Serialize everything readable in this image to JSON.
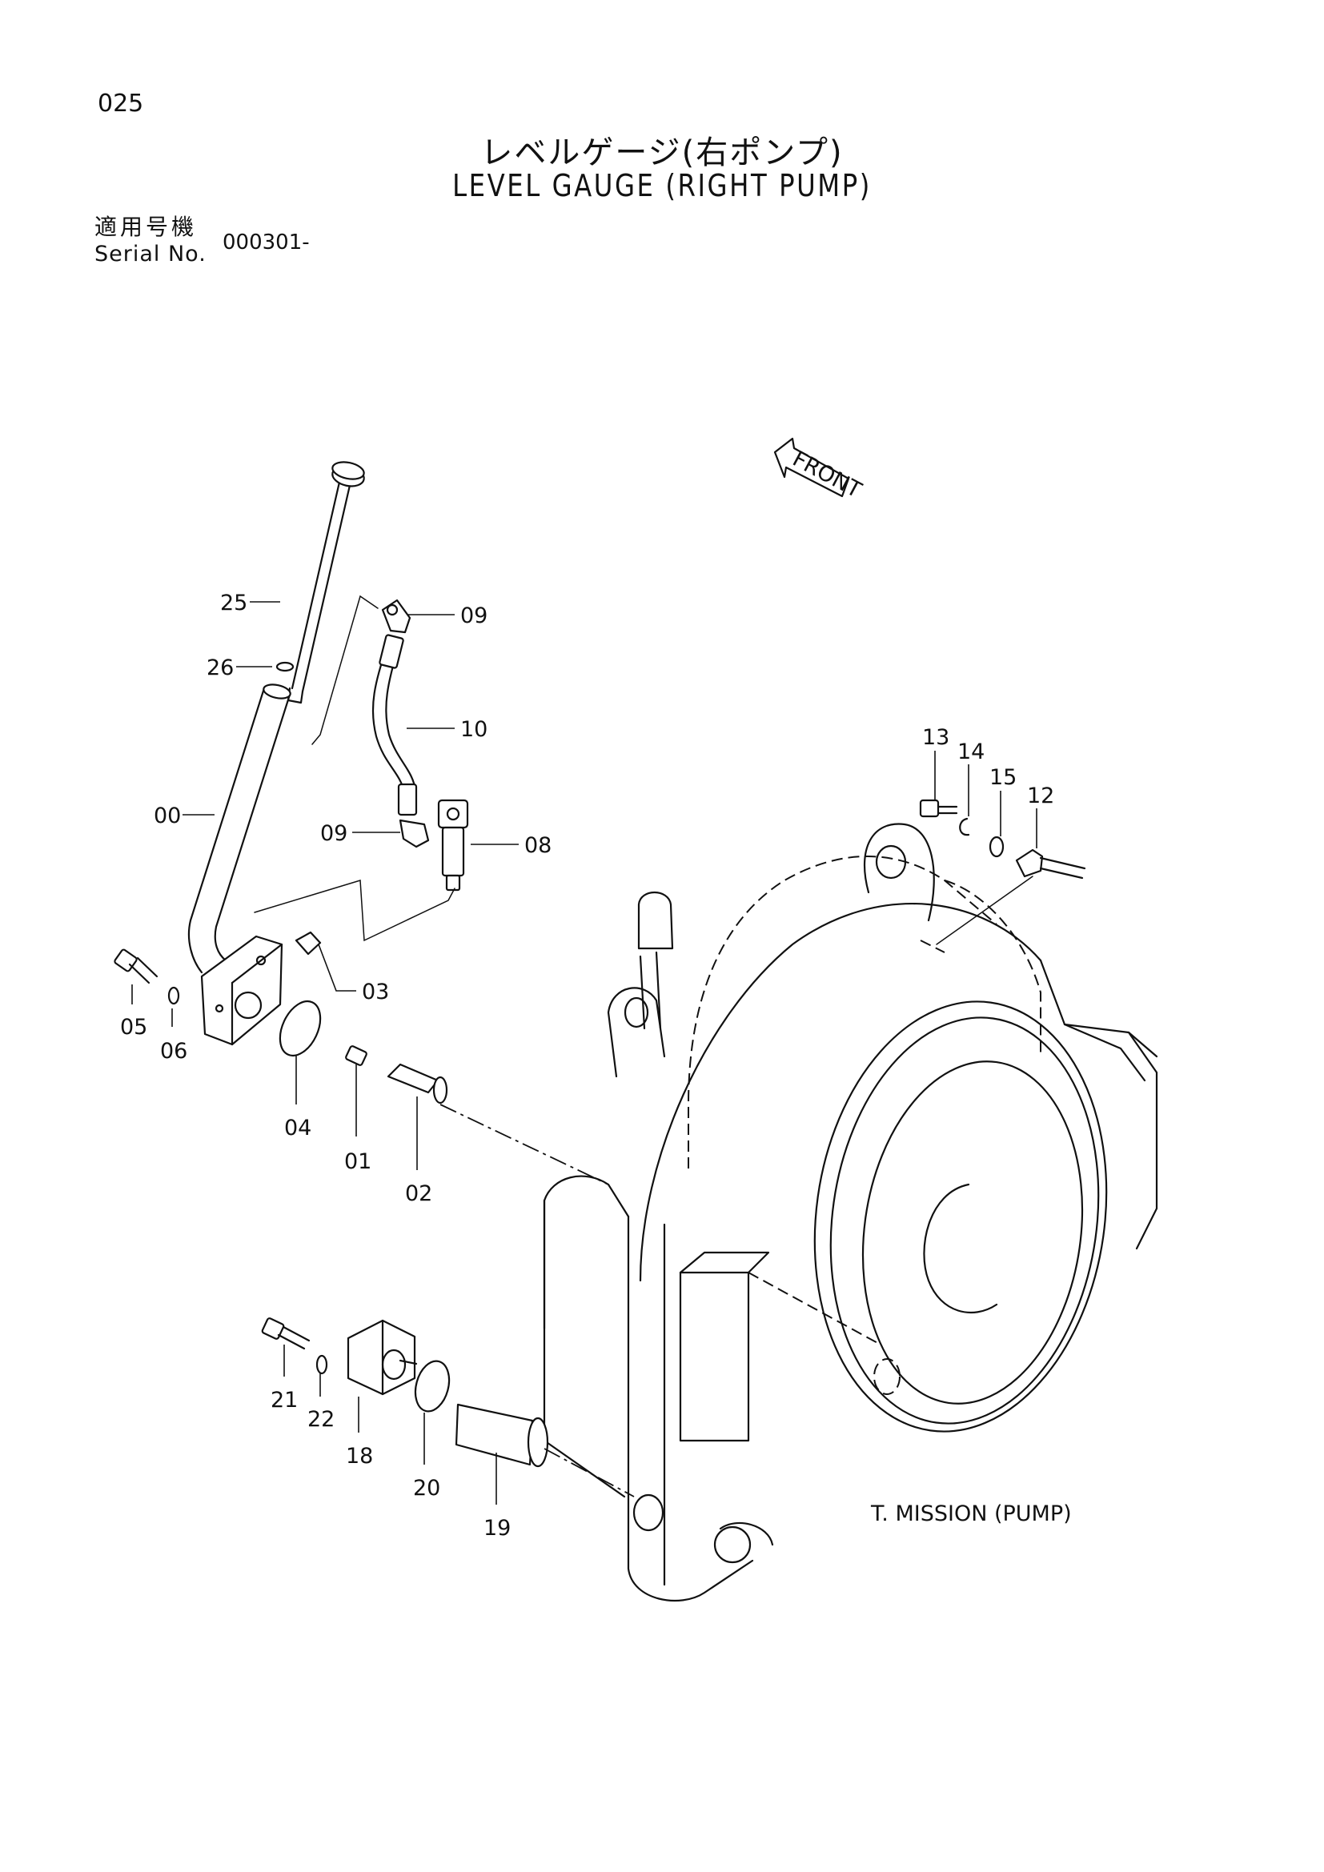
{
  "header": {
    "page_number": "025",
    "title_jp": "レベルゲージ(右ポンプ)",
    "title_en": "LEVEL GAUGE (RIGHT PUMP)",
    "serial_label_jp": "適用号機",
    "serial_label_en": "Serial No.",
    "serial_value": "000301-"
  },
  "diagram": {
    "front_label": "FRONT",
    "assembly_label": "T. MISSION (PUMP)",
    "callouts": {
      "c25": "25",
      "c26": "26",
      "c00": "00",
      "c09a": "09",
      "c10": "10",
      "c09b": "09",
      "c08": "08",
      "c03": "03",
      "c05": "05",
      "c06": "06",
      "c04": "04",
      "c01": "01",
      "c02": "02",
      "c13": "13",
      "c14": "14",
      "c15": "15",
      "c12": "12",
      "c21": "21",
      "c22": "22",
      "c18": "18",
      "c20": "20",
      "c19": "19"
    }
  }
}
